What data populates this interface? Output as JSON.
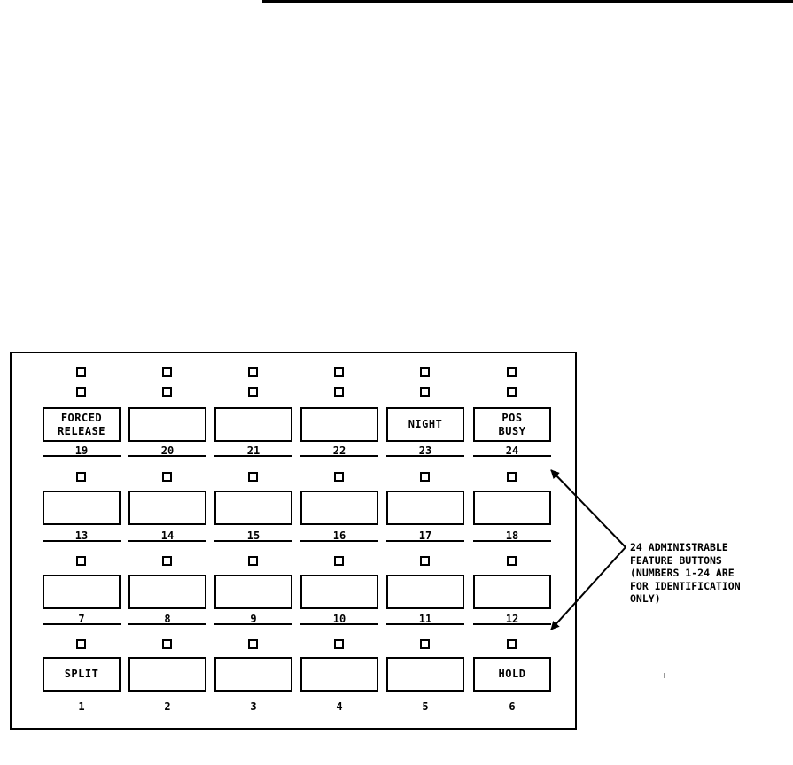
{
  "rows": [
    {
      "buttons": [
        {
          "label": "FORCED\nRELEASE",
          "number": "19"
        },
        {
          "label": "",
          "number": "20"
        },
        {
          "label": "",
          "number": "21"
        },
        {
          "label": "",
          "number": "22"
        },
        {
          "label": "NIGHT",
          "number": "23"
        },
        {
          "label": "POS\nBUSY",
          "number": "24"
        }
      ]
    },
    {
      "buttons": [
        {
          "label": "",
          "number": "13"
        },
        {
          "label": "",
          "number": "14"
        },
        {
          "label": "",
          "number": "15"
        },
        {
          "label": "",
          "number": "16"
        },
        {
          "label": "",
          "number": "17"
        },
        {
          "label": "",
          "number": "18"
        }
      ]
    },
    {
      "buttons": [
        {
          "label": "",
          "number": "7"
        },
        {
          "label": "",
          "number": "8"
        },
        {
          "label": "",
          "number": "9"
        },
        {
          "label": "",
          "number": "10"
        },
        {
          "label": "",
          "number": "11"
        },
        {
          "label": "",
          "number": "12"
        }
      ]
    },
    {
      "buttons": [
        {
          "label": "SPLIT",
          "number": "1"
        },
        {
          "label": "",
          "number": "2"
        },
        {
          "label": "",
          "number": "3"
        },
        {
          "label": "",
          "number": "4"
        },
        {
          "label": "",
          "number": "5"
        },
        {
          "label": "HOLD",
          "number": "6"
        }
      ]
    }
  ],
  "callout": {
    "lines": [
      "24 ADMINISTRABLE",
      "FEATURE BUTTONS",
      "(NUMBERS 1-24 ARE",
      "FOR IDENTIFICATION",
      "ONLY)"
    ]
  }
}
